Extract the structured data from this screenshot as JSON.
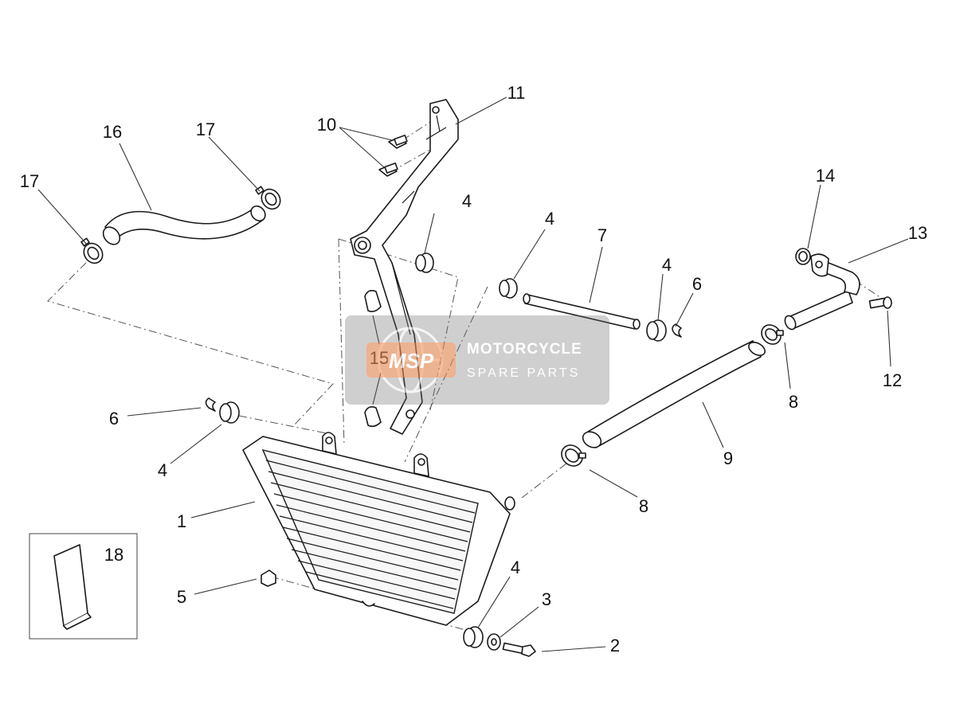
{
  "diagram": {
    "callouts": [
      "1",
      "2",
      "3",
      "4",
      "4",
      "4",
      "4",
      "4",
      "5",
      "6",
      "6",
      "7",
      "8",
      "8",
      "9",
      "10",
      "11",
      "12",
      "13",
      "14",
      "15",
      "16",
      "17",
      "17",
      "18"
    ]
  },
  "watermark": {
    "logo_text": "MSP",
    "line1": "MOTORCYCLE",
    "line2": "SPARE PARTS",
    "colors": {
      "badge": "#f08a4b",
      "text": "#ffffff",
      "panel": "#6b6b6b"
    }
  }
}
